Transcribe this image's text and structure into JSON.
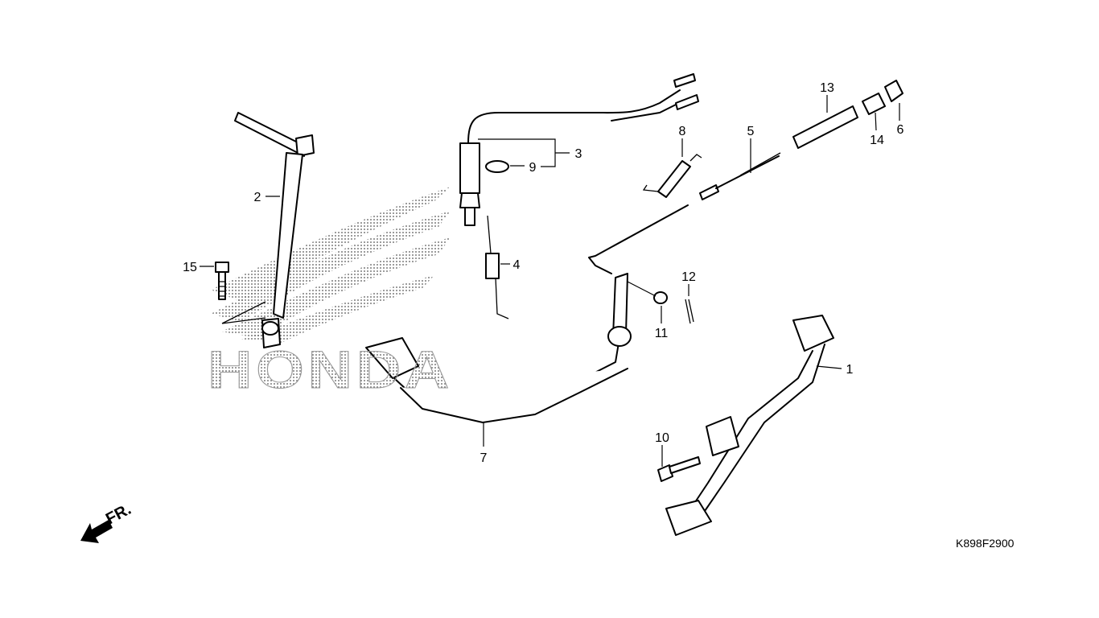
{
  "diagram": {
    "watermark": "HONDA",
    "diagram_code": "K898F2900",
    "direction_label": "FR.",
    "callouts": {
      "p1": "1",
      "p2": "2",
      "p3": "3",
      "p4": "4",
      "p5": "5",
      "p6": "6",
      "p7": "7",
      "p8": "8",
      "p9": "9",
      "p10": "10",
      "p11": "11",
      "p12": "12",
      "p13": "13",
      "p14": "14",
      "p15": "15"
    }
  }
}
